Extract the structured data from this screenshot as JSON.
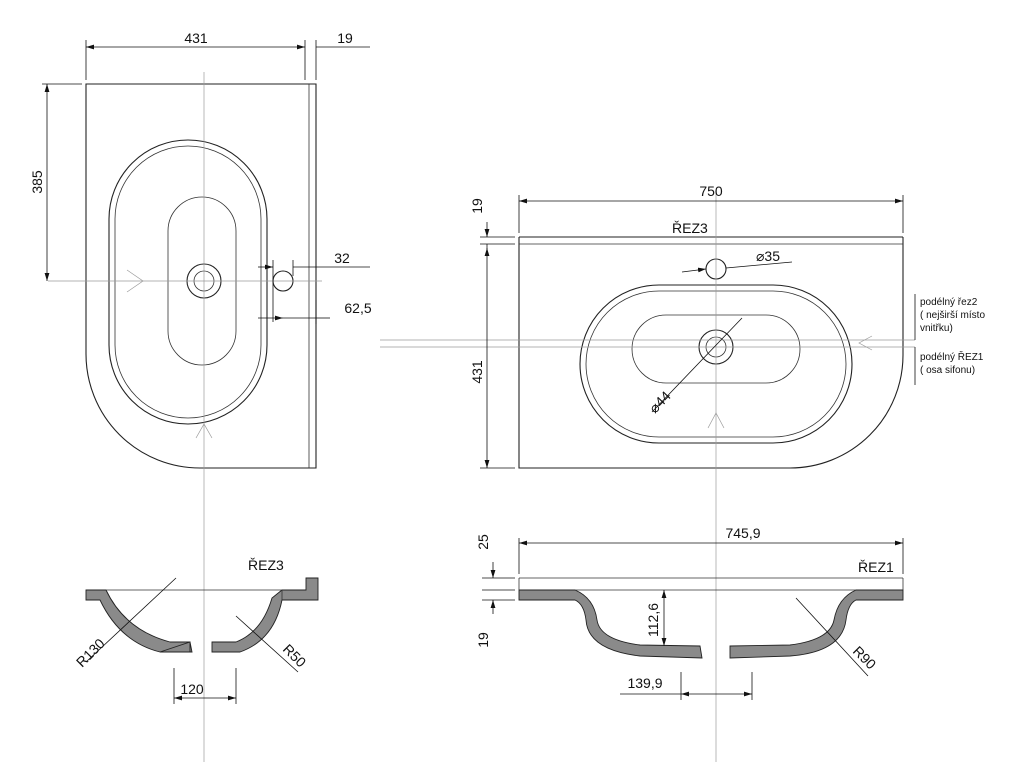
{
  "top_view_left": {
    "dims": {
      "width": "431",
      "edge": "19",
      "height": "385",
      "hole_offset": "32",
      "hole_dist": "62,5"
    }
  },
  "top_view_right": {
    "dims": {
      "width": "750",
      "edge": "19",
      "depth": "431",
      "tap_hole": "⌀35",
      "drain": "⌀44"
    },
    "section_label": "ŘEZ3",
    "notes": {
      "cut2_line1": "podélný řez2",
      "cut2_line2": "( nejširší místo",
      "cut2_line3": "vnitřku)",
      "cut1_line1": "podélný ŘEZ1",
      "cut1_line2": "( osa sifonu)"
    }
  },
  "section_left": {
    "label": "ŘEZ3",
    "dims": {
      "r_outer": "R130",
      "r_inner": "R50",
      "drain_width": "120"
    }
  },
  "section_right": {
    "label": "ŘEZ1",
    "dims": {
      "width": "745,9",
      "top_thickness": "25",
      "bottom_thickness": "19",
      "depth": "112,6",
      "drain_offset": "139,9",
      "radius": "R90"
    }
  }
}
